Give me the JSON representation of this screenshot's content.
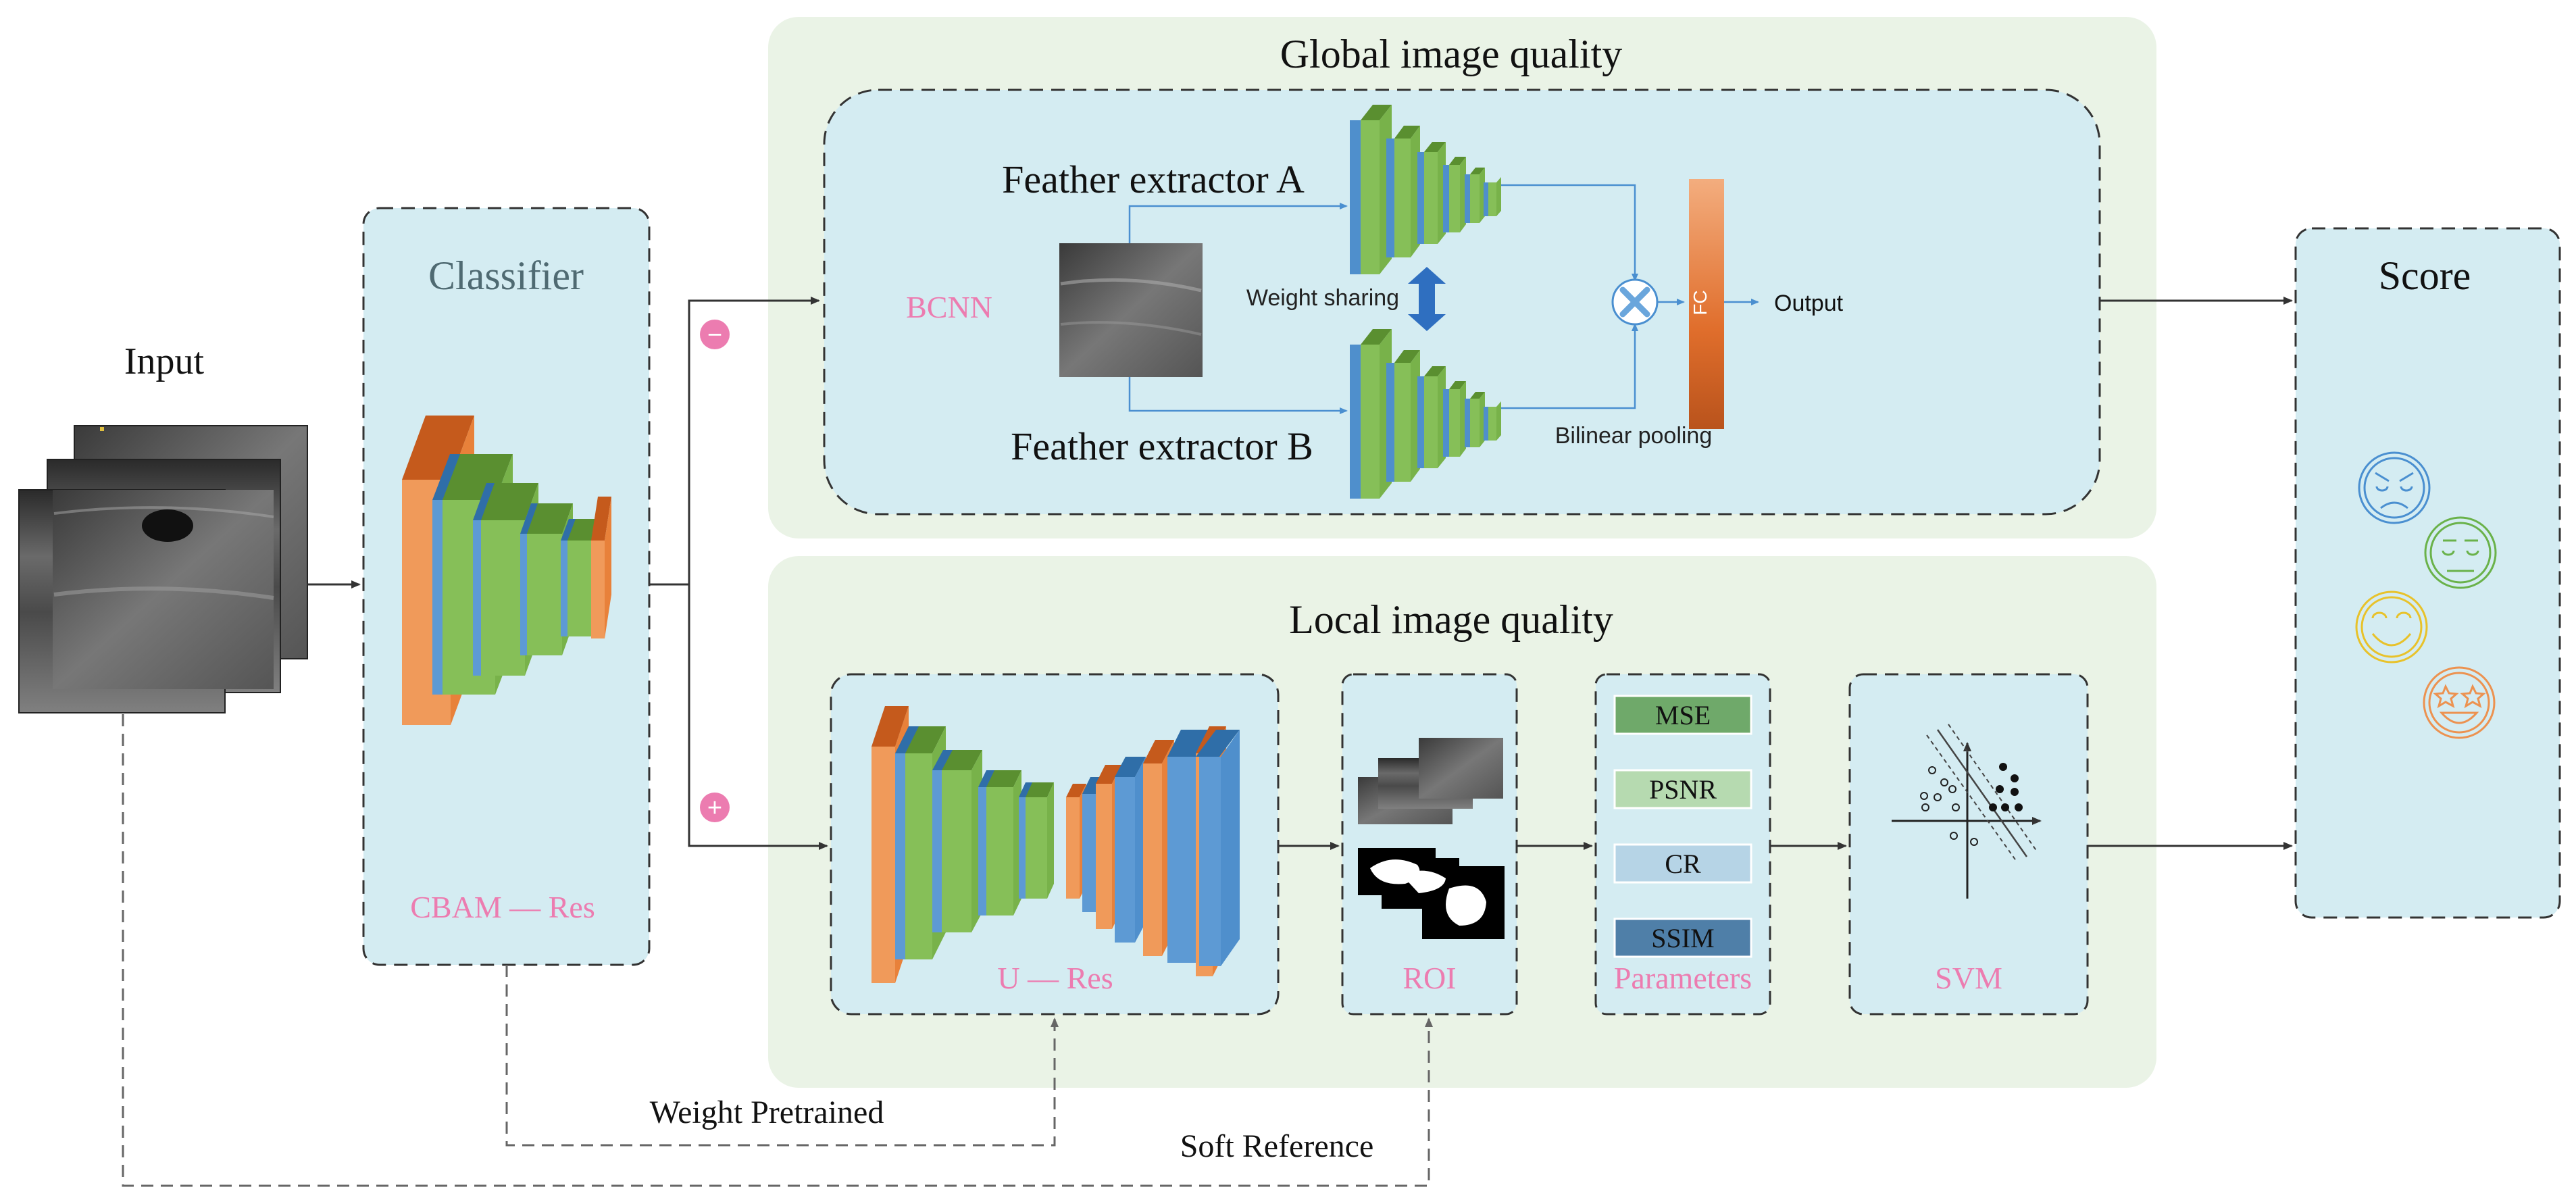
{
  "input": {
    "title": "Input"
  },
  "classifier": {
    "title": "Classifier",
    "model": "CBAM — Res"
  },
  "branch_signs": {
    "negative": "−",
    "positive": "+"
  },
  "global": {
    "title": "Global image quality",
    "bcnn": "BCNN",
    "extractor_a": "Feather extractor A",
    "extractor_b": "Feather extractor B",
    "weight_sharing": "Weight sharing",
    "bilinear_pooling": "Bilinear pooling",
    "fc": "FC",
    "output": "Output"
  },
  "local": {
    "title": "Local image quality",
    "unet": "U — Res",
    "roi": "ROI",
    "parameters_title": "Parameters",
    "parameters": [
      "MSE",
      "PSNR",
      "CR",
      "SSIM"
    ],
    "svm": "SVM"
  },
  "score": {
    "title": "Score",
    "faces": [
      "angry-face-icon",
      "neutral-face-icon",
      "smile-face-icon",
      "star-eyes-face-icon"
    ]
  },
  "links": {
    "weight_pretrained": "Weight Pretrained",
    "soft_reference": "Soft Reference"
  },
  "colors": {
    "panel_green": "#eaf3e6",
    "box_blue": "#d4ecf2",
    "pink_label": "#ec7cb0",
    "orange": "#e8813a",
    "green_layer": "#78b24a",
    "blue_layer": "#4f8fcc",
    "param_mse": "#6fa96a",
    "param_psnr": "#b6dab0",
    "param_cr": "#b6d4e6",
    "param_ssim": "#4f7fa8"
  }
}
